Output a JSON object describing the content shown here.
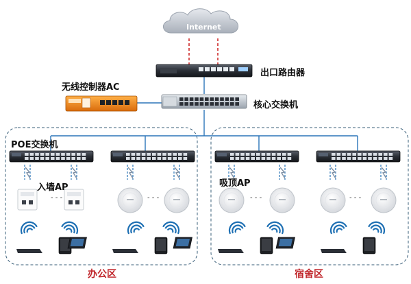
{
  "cloud": {
    "label": "Internet"
  },
  "devices": {
    "router": {
      "label": "出口路由器"
    },
    "core_switch": {
      "label": "核心交换机"
    },
    "ac": {
      "label": "无线控制器AC"
    }
  },
  "labels": {
    "poe_switch": "POE交换机",
    "wall_ap": "入墙AP",
    "ceiling_ap": "吸顶AP"
  },
  "zones": [
    {
      "name": "办公区"
    },
    {
      "name": "宿舍区"
    }
  ],
  "separator": "- - -",
  "colors": {
    "uplink": "#cf2b2b",
    "link": "#2a74b8",
    "zone_border": "#3a5f7a",
    "zone_label": "#c0262b",
    "ac_body": "#f08a1c",
    "device_body": "#2b2f36",
    "cloud": "#c9ced6",
    "wifi": "#1d6fb3"
  }
}
